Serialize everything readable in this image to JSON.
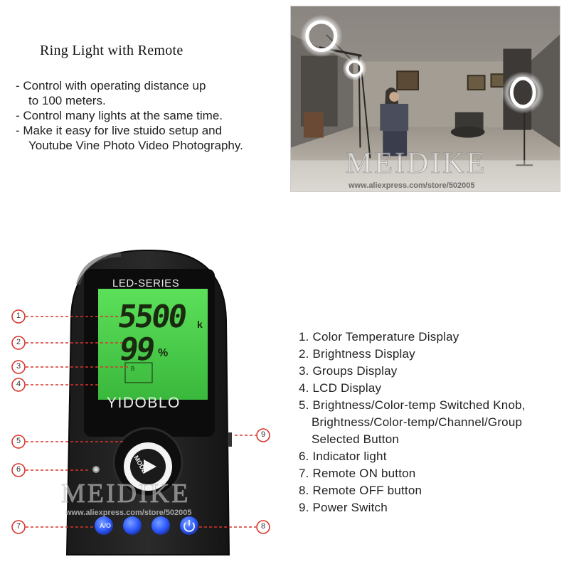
{
  "header": {
    "title": "Ring Light with Remote",
    "features": [
      {
        "line1": "- Control with operating distance  up",
        "line2": "to 100 meters."
      },
      {
        "line1": "- Control many lights at the same   time.",
        "line2": ""
      },
      {
        "line1": "- Make it easy for live stuido setup and",
        "line2": "Youtube Vine Photo Video Photography."
      }
    ]
  },
  "watermark": {
    "brand": "MEIDIKE",
    "url": "www.aliexpress.com/store/502005"
  },
  "remote": {
    "brand_label": "LED-SERIES",
    "temperature_value": "5500",
    "temperature_unit": "k",
    "brightness_value": "99",
    "brightness_unit": "%",
    "group_label": "B",
    "name": "YIDOBLO",
    "knob_label": "MODE",
    "on_button_label": "A/O"
  },
  "callouts": [
    "1",
    "2",
    "3",
    "4",
    "5",
    "6",
    "7",
    "8",
    "9"
  ],
  "legend": [
    {
      "line1": "1. Color Temperature Display",
      "line2": ""
    },
    {
      "line1": "2. Brightness Display",
      "line2": ""
    },
    {
      "line1": "3. Groups Display",
      "line2": ""
    },
    {
      "line1": "4. LCD Display",
      "line2": ""
    },
    {
      "line1": "5. Brightness/Color-temp Switched Knob,",
      "line2": "Brightness/Color-temp/Channel/Group",
      "line3": "Selected Button"
    },
    {
      "line1": "6. Indicator light",
      "line2": ""
    },
    {
      "line1": "7. Remote ON button",
      "line2": ""
    },
    {
      "line1": "8. Remote OFF button",
      "line2": ""
    },
    {
      "line1": "9. Power Switch",
      "line2": ""
    }
  ],
  "colors": {
    "lcd_green": "#49d24c",
    "callout_red": "#d9342b",
    "button_blue": "#2f5bff",
    "ring_light": "#ffffff"
  }
}
